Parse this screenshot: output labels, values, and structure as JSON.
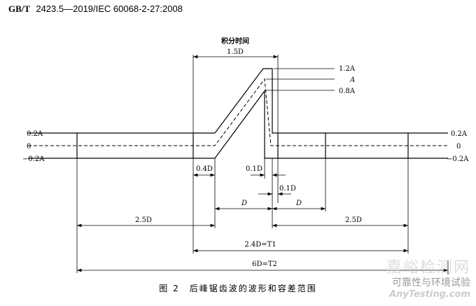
{
  "header": {
    "standard_bold": "GB/T",
    "standard_rest": "2423.5—2019/IEC 60068-2-27:2008"
  },
  "diagram": {
    "integration_time_label": "积分时间",
    "labels_left": [
      "0.2A",
      "0",
      "−0.2A"
    ],
    "labels_right": [
      "0.2A",
      "0",
      "−0.2A"
    ],
    "peak_labels": [
      "1.2A",
      "A",
      "0.8A"
    ],
    "dims": {
      "integration": "1.5D",
      "rise_offset": "0.4D",
      "fall_a": "0.1D",
      "fall_b": "0.1D",
      "d_left": "D",
      "d_right": "D",
      "pre": "2.5D",
      "post": "2.5D",
      "t1": "2.4D=T1",
      "t2": "6D=T2"
    }
  },
  "caption": "图 2　后峰锯齿波的波形和容差范围",
  "watermark": {
    "line1": "嘉峪检测网",
    "line2": "可靠性与环境试验",
    "line3": "AnyTesting.com"
  }
}
